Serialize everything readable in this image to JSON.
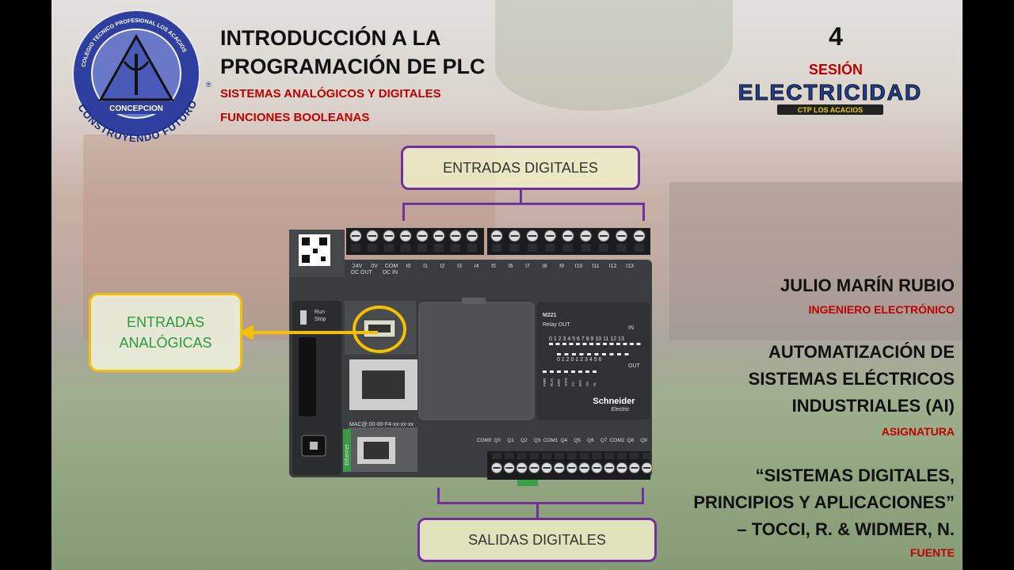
{
  "logo": {
    "ring_top": "COLEGIO TECNICO PROFESIONAL LOS ACACIOS",
    "ring_bottom": "CONSTRUYENDO FUTURO",
    "ribbon": "CONCEPCION",
    "registered_mark": "®"
  },
  "header": {
    "title_line1": "INTRODUCCIÓN A LA",
    "title_line2": "PROGRAMACIÓN DE PLC",
    "subtitle1": "SISTEMAS ANALÓGICOS Y DIGITALES",
    "subtitle2": "FUNCIONES BOOLEANAS"
  },
  "session": {
    "number": "4",
    "label": "SESIÓN",
    "brand": "ELECTRICIDAD",
    "brand_sub": "CTP LOS ACACIOS"
  },
  "diagram": {
    "entradas_digitales": "ENTRADAS DIGITALES",
    "salidas_digitales": "SALIDAS DIGITALES",
    "entradas_analogicas_line1": "ENTRADAS",
    "entradas_analogicas_line2": "ANALÓGICAS",
    "plc": {
      "model": "M221",
      "relay": "Relay OUT",
      "brand_line1": "Schneider",
      "brand_line2": "Electric",
      "run": "Run",
      "stop": "Stop",
      "mac": "MAC@:00-80-F4-xx-xx-xx",
      "ethernet": "Ethernet",
      "in_labels": [
        "24V",
        "0V",
        "COM",
        "I0",
        "I1",
        "I2",
        "I3",
        "I4",
        "I5",
        "I6",
        "I7",
        "I8",
        "I9",
        "I10",
        "I11",
        "I12",
        "I13"
      ],
      "dc_out": "DC OUT",
      "dc_in": "DC IN",
      "out_labels": [
        "COM0",
        "Q0",
        "Q1",
        "Q2",
        "Q3",
        "COM1",
        "Q4",
        "Q5",
        "Q6",
        "Q7",
        "COM2",
        "Q8",
        "Q9"
      ],
      "led_in_row": "0 1 2 3 4 5 6 7 8 9 10 11 12 13",
      "led_out_row": "0 1 2 0 1 2 3 4 5 6",
      "in_tag": "IN",
      "out_tag": "OUT",
      "status_leds": [
        "PWR",
        "RUN",
        "ERR",
        "STAT",
        "I/O",
        "BAT",
        "SD",
        "SL"
      ]
    }
  },
  "right_panel": {
    "author": "JULIO MARÍN RUBIO",
    "author_role": "INGENIERO ELECTRÓNICO",
    "course_line1": "AUTOMATIZACIÓN DE",
    "course_line2": "SISTEMAS ELÉCTRICOS",
    "course_line3": "INDUSTRIALES (AI)",
    "course_tag": "ASIGNATURA",
    "source_line1": "“SISTEMAS DIGITALES,",
    "source_line2": "PRINCIPIOS Y APLICACIONES”",
    "source_line3": "– TOCCI, R. & WIDMER, N.",
    "source_tag": "FUENTE"
  },
  "colors": {
    "title": "#111111",
    "accent_red": "#c00000",
    "bracket_purple": "#7030a0",
    "analog_yellow": "#f5c000",
    "analog_text": "#2a9a3a",
    "brand_blue": "#1f3f9a"
  }
}
